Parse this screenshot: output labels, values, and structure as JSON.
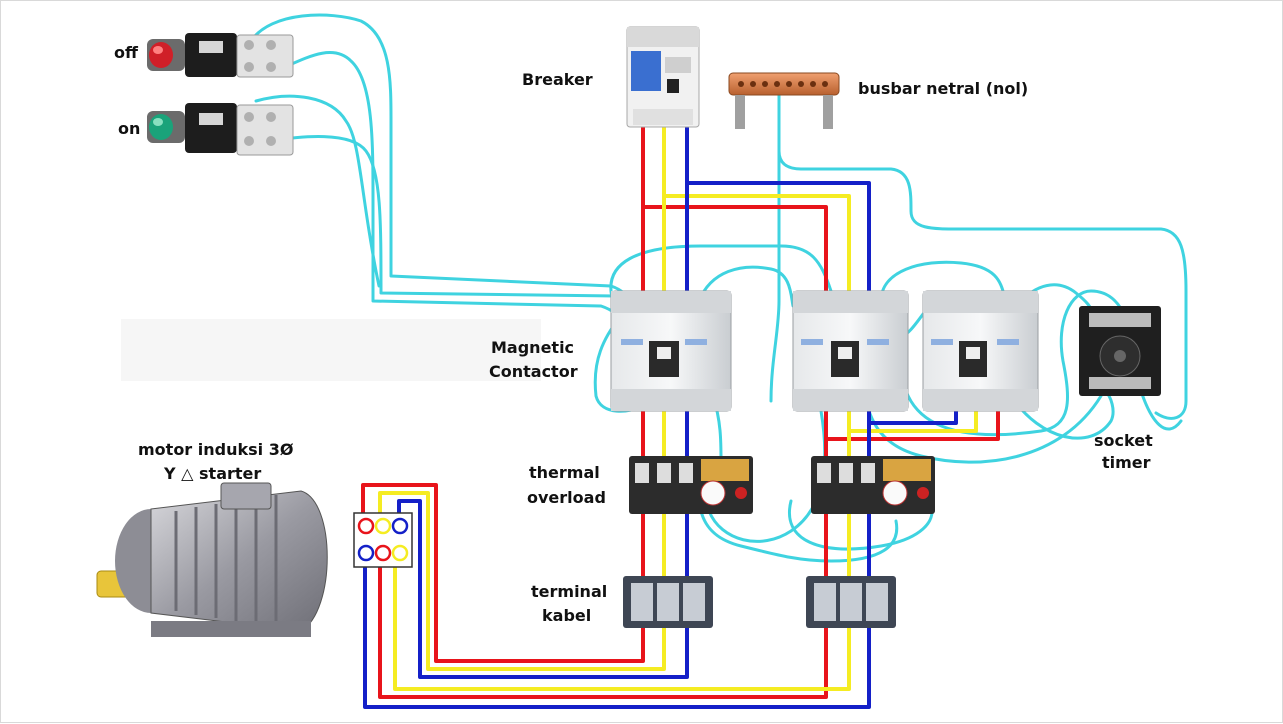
{
  "labels": {
    "off": "off",
    "on": "on",
    "breaker": "Breaker",
    "busbar": "busbar netral (nol)",
    "contactor_line1": "Magnetic",
    "contactor_line2": "Contactor",
    "motor_line1": "motor  induksi  3Ø",
    "motor_line2": "Y △  starter",
    "thermal_line1": "thermal",
    "thermal_line2": "overload",
    "terminal_line1": "terminal",
    "terminal_line2": "kabel",
    "socket_line1": "socket",
    "socket_line2": "timer"
  },
  "colors": {
    "phase_r": "#e8141b",
    "phase_s": "#f5ec22",
    "phase_t": "#1420c8",
    "control": "#3fd3e0"
  }
}
